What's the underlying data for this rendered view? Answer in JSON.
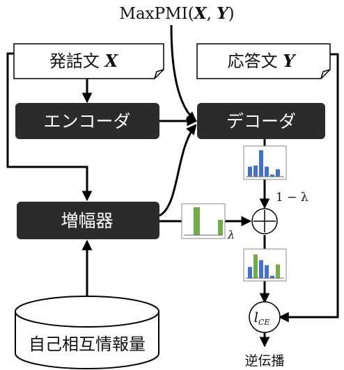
{
  "top_label": {
    "prefix": "MaxPMI(",
    "x": "X",
    "comma": ", ",
    "y": "Y",
    "suffix": ")"
  },
  "utterance": {
    "text": "発話文 ",
    "var": "X"
  },
  "response": {
    "text": "応答文 ",
    "var": "Y"
  },
  "encoder": "エンコーダ",
  "decoder": "デコーダ",
  "amplifier": "増幅器",
  "database": "自己相互情報量",
  "one_minus_lambda": "1 − λ",
  "lambda": "λ",
  "loss": {
    "main": "l",
    "sub": "CE"
  },
  "backprop": "逆伝播",
  "colors": {
    "box_dark": "#2b2b2b",
    "bar_blue": "#4472c4",
    "bar_green": "#70ad47",
    "line": "#000000"
  },
  "histograms": {
    "decoder_output": [
      {
        "color": "blue",
        "value": 0.38
      },
      {
        "color": "blue",
        "value": 0.42
      },
      {
        "color": "blue",
        "value": 1.0
      },
      {
        "color": "blue",
        "value": 0.38
      },
      {
        "color": "blue",
        "value": 0.08
      },
      {
        "color": "blue",
        "value": 0.28
      }
    ],
    "amplifier_output": [
      {
        "color": "green",
        "value": 1.0
      },
      {
        "color": "green",
        "value": 0.55
      }
    ],
    "combined": [
      {
        "color": "blue",
        "value": 0.45
      },
      {
        "color": "green",
        "value": 0.95
      },
      {
        "color": "blue",
        "value": 0.72
      },
      {
        "color": "blue",
        "value": 0.52
      },
      {
        "color": "blue",
        "value": 0.1
      },
      {
        "color": "green",
        "value": 0.55
      }
    ]
  }
}
